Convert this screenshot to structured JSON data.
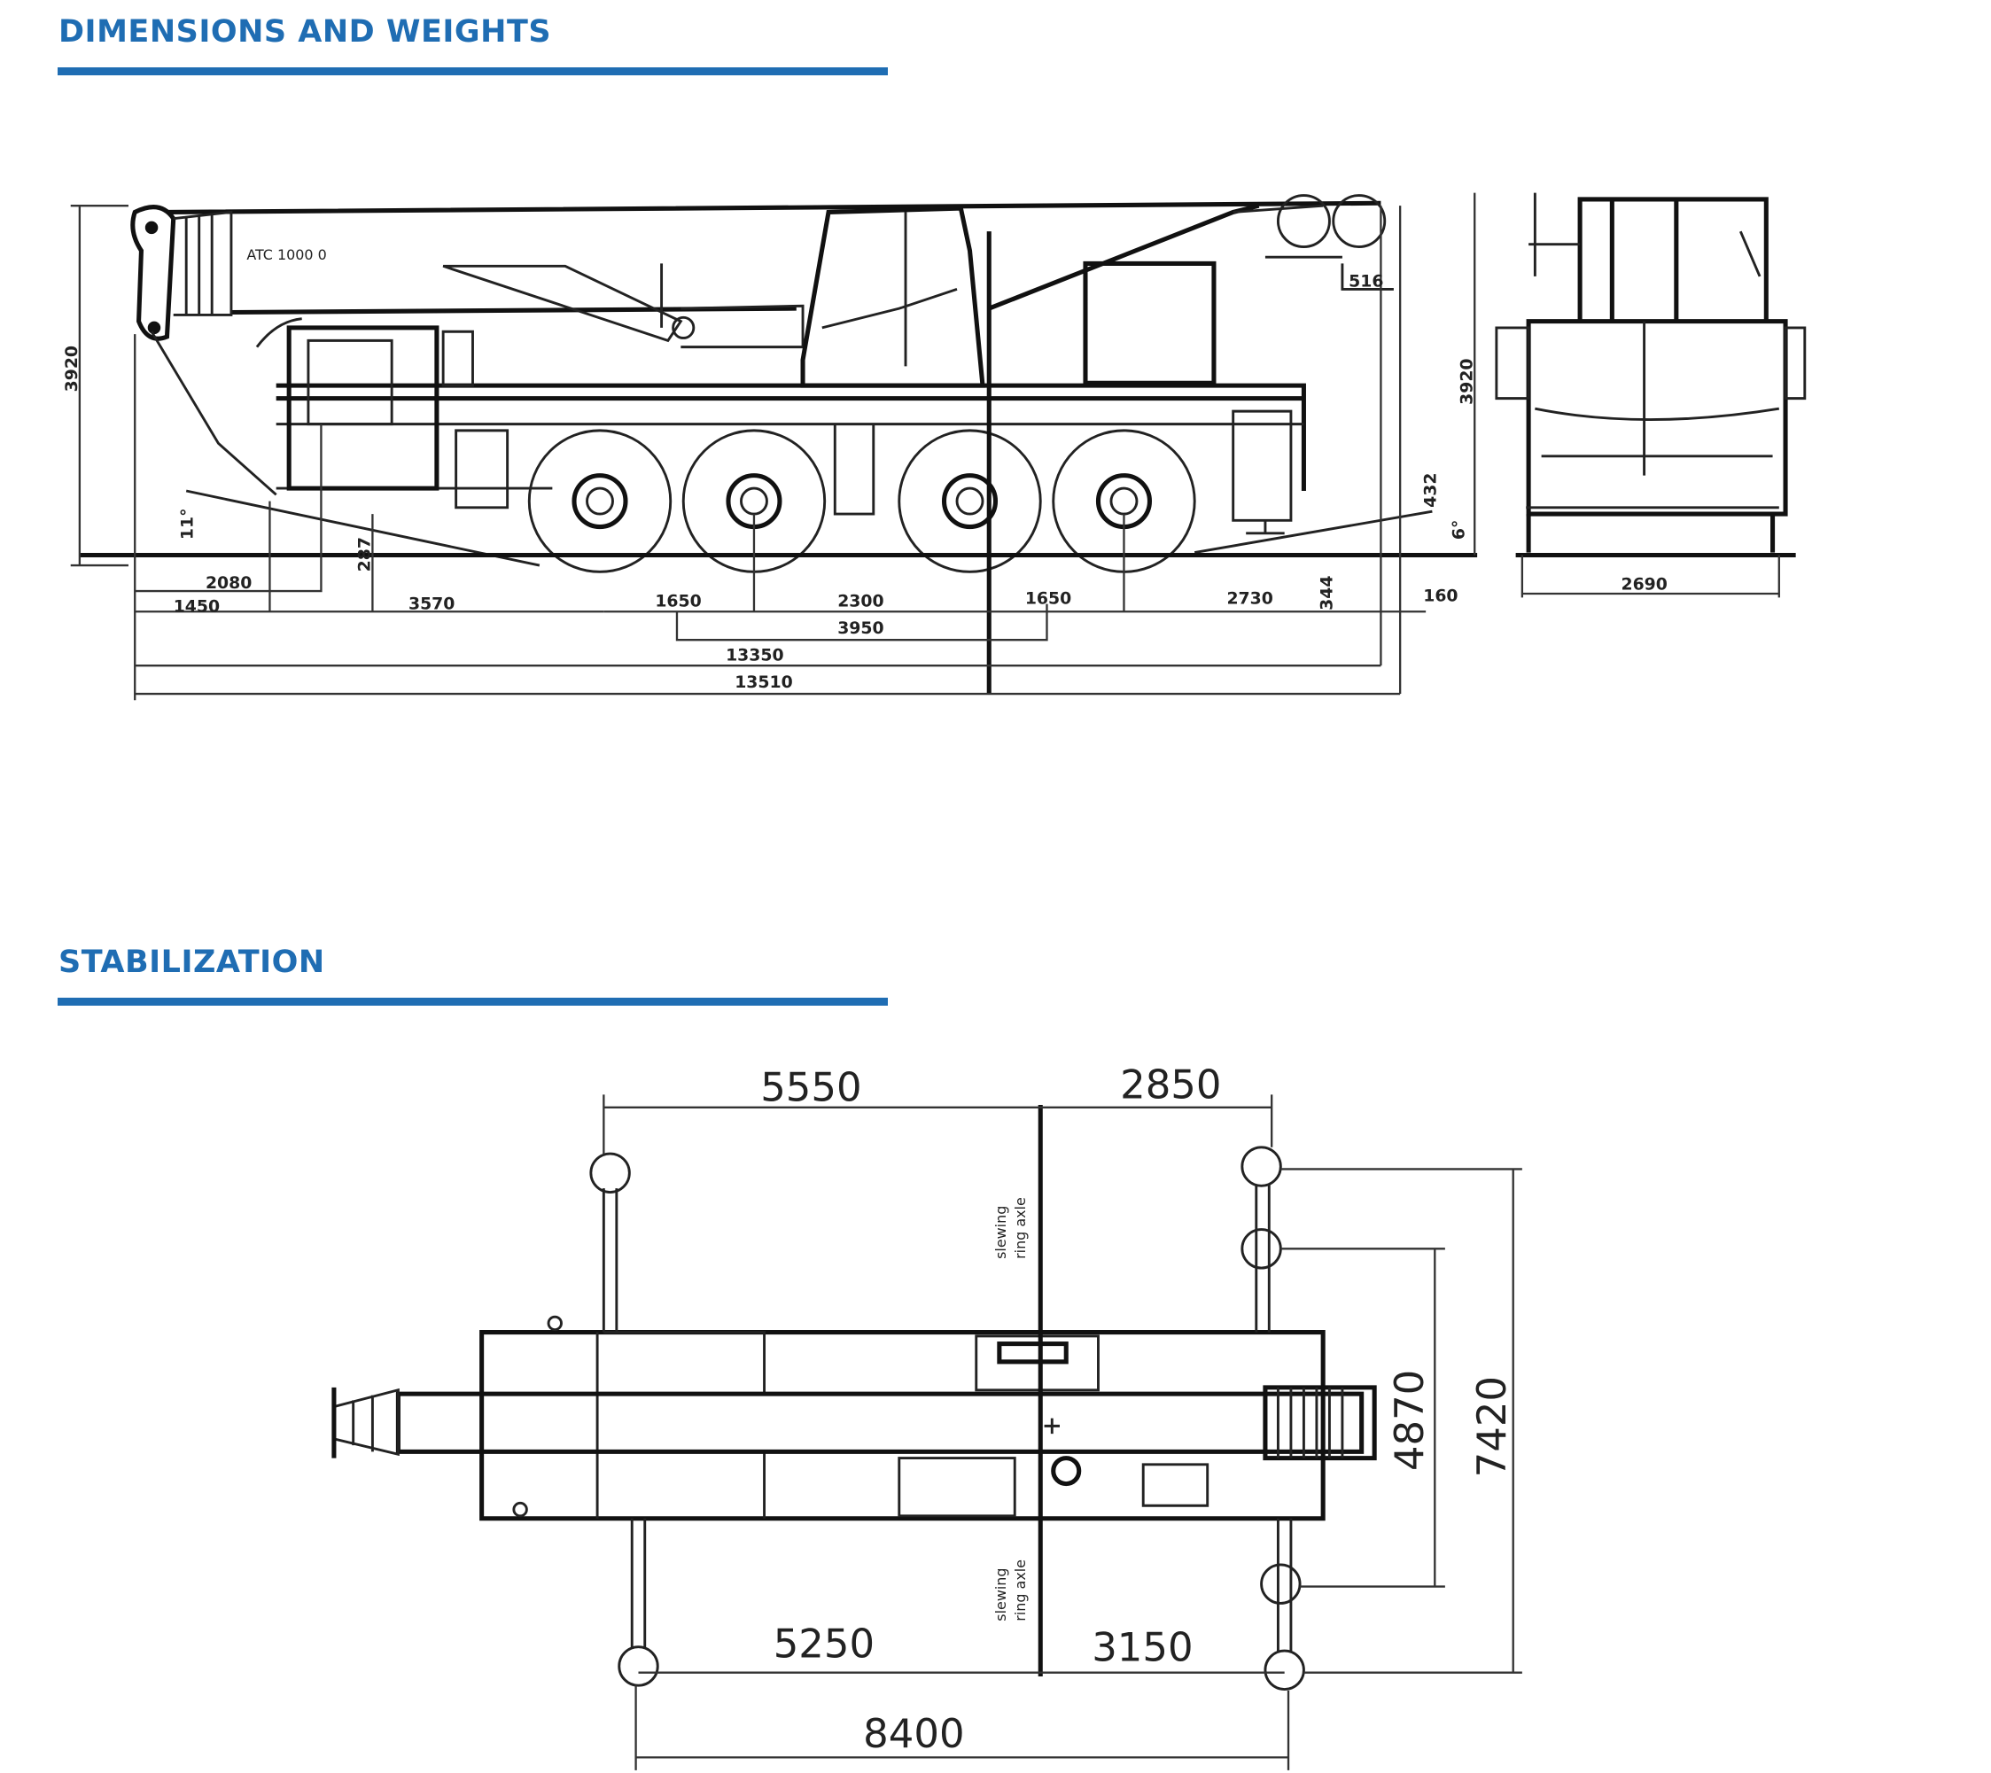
{
  "sections": {
    "dimensions": {
      "title": "DIMENSIONS AND WEIGHTS"
    },
    "stabilization": {
      "title": "STABILIZATION"
    }
  },
  "colors": {
    "accent": "#1f6db3",
    "line": "#222222"
  },
  "side_view": {
    "model_label": "ATC 1000 0",
    "labels": {
      "height_left": "3920",
      "angle_front": "11°",
      "d2080": "2080",
      "d1450": "1450",
      "d287": "287",
      "d3570": "3570",
      "d1650a": "1650",
      "d2300": "2300",
      "d1650b": "1650",
      "d3950": "3950",
      "d13350": "13350",
      "d13510": "13510",
      "d2730": "2730",
      "d344": "344",
      "d160": "160",
      "d432": "432",
      "angle_rear": "6°",
      "d516": "516",
      "height_right": "3920"
    }
  },
  "front_view": {
    "width_label": "2690"
  },
  "stabilization_plan": {
    "top_left": "5550",
    "top_right": "2850",
    "bottom_left": "5250",
    "bottom_right": "3150",
    "total_length": "8400",
    "inner_width": "4870",
    "outer_width": "7420",
    "axis_label_line1": "slewing",
    "axis_label_line2": "ring axle"
  }
}
